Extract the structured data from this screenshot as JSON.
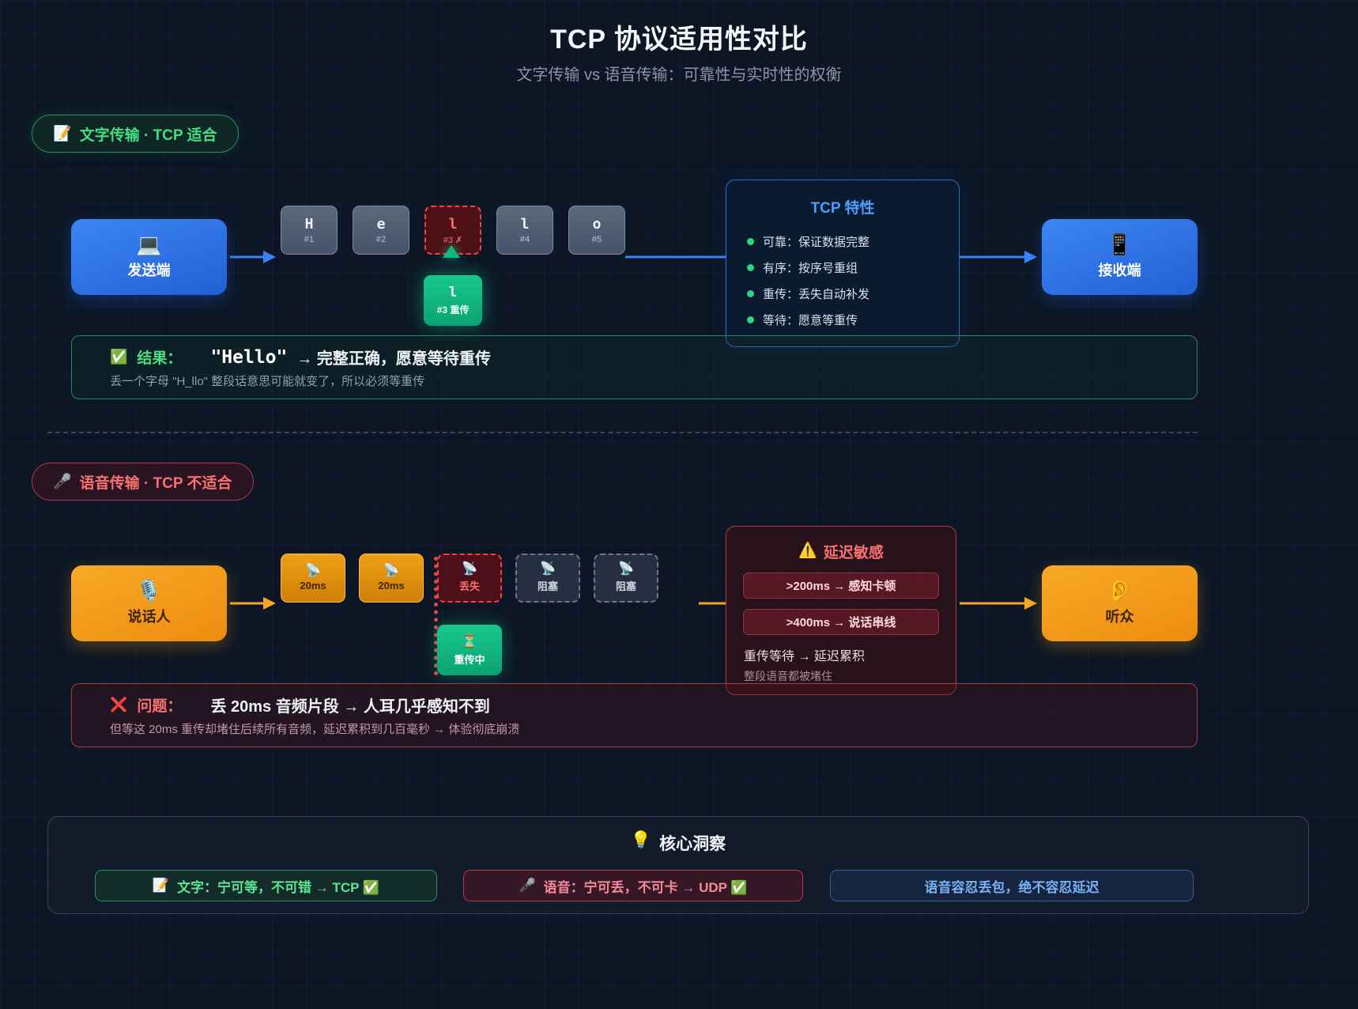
{
  "header": {
    "title": "TCP 协议适用性对比",
    "subtitle": "文字传输 vs 语音传输：可靠性与实时性的权衡"
  },
  "text_flow": {
    "badge_icon": "📝",
    "badge_label": "文字传输 · TCP 适合",
    "sender": {
      "icon": "💻",
      "label": "发送端"
    },
    "receiver": {
      "icon": "📱",
      "label": "接收端"
    },
    "packets": [
      {
        "char": "H",
        "seq": "#1"
      },
      {
        "char": "e",
        "seq": "#2"
      },
      {
        "char": "l",
        "seq": "#3 ✗"
      },
      {
        "char": "l",
        "seq": "#4"
      },
      {
        "char": "o",
        "seq": "#5"
      }
    ],
    "retransmit": {
      "char": "l",
      "label": "#3 重传"
    },
    "panel": {
      "title": "TCP 特性",
      "items": [
        "可靠：保证数据完整",
        "有序：按序号重组",
        "重传：丢失自动补发",
        "等待：愿意等重传"
      ]
    },
    "result": {
      "icon": "✅",
      "label": "结果：",
      "code": "\"Hello\"",
      "text": "→ 完整正确，愿意等待重传",
      "sub": "丢一个字母 \"H_llo\" 整段话意思可能就变了，所以必须等重传"
    }
  },
  "voice_flow": {
    "badge_icon": "🎤",
    "badge_label": "语音传输 · TCP 不适合",
    "speaker": {
      "icon": "🎙️",
      "label": "说话人"
    },
    "listener": {
      "icon": "👂",
      "label": "听众"
    },
    "packets": [
      {
        "icon": "📡",
        "label": "20ms"
      },
      {
        "icon": "📡",
        "label": "20ms"
      },
      {
        "icon": "📡",
        "label": "丢失"
      },
      {
        "icon": "📡",
        "label": "阻塞"
      },
      {
        "icon": "📡",
        "label": "阻塞"
      }
    ],
    "retrying": {
      "icon": "⏳",
      "label": "重传中"
    },
    "panel": {
      "icon": "⚠️",
      "title": "延迟敏感",
      "rows": [
        ">200ms → 感知卡顿",
        ">400ms → 说话串线"
      ],
      "note1": "重传等待 → 延迟累积",
      "note2": "整段语音都被堵住"
    },
    "problem": {
      "icon": "❌",
      "label": "问题：",
      "text": "丢 20ms 音频片段 → 人耳几乎感知不到",
      "sub": "但等这 20ms 重传却堵住后续所有音频，延迟累积到几百毫秒 → 体验彻底崩溃"
    }
  },
  "insight": {
    "title_icon": "💡",
    "title": "核心洞察",
    "pills": [
      {
        "icon": "📝",
        "text": "文字：宁可等，不可错 → TCP ✅"
      },
      {
        "icon": "🎤",
        "text": "语音：宁可丢，不可卡 → UDP ✅"
      },
      {
        "text": "语音容忍丢包，绝不容忍延迟"
      }
    ]
  }
}
